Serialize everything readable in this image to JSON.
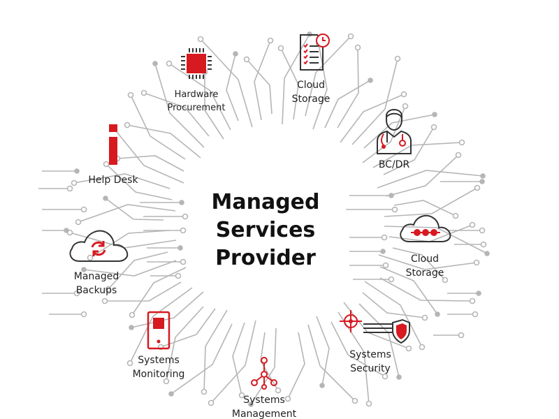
{
  "center": {
    "line1": "Managed",
    "line2": "Services",
    "line3": "Provider"
  },
  "nodes": {
    "hardware": {
      "line1": "Hardware",
      "line2": "Procurement"
    },
    "cloud_top": {
      "line1": "Cloud",
      "line2": "Storage"
    },
    "bcdr": {
      "line1": "BC/DR"
    },
    "helpdesk": {
      "line1": "Help Desk"
    },
    "cloud_right": {
      "line1": "Cloud",
      "line2": "Storage"
    },
    "backups": {
      "line1": "Managed",
      "line2": "Backups"
    },
    "monitoring": {
      "line1": "Systems",
      "line2": "Monitoring"
    },
    "management": {
      "line1": "Systems",
      "line2": "Management"
    },
    "security": {
      "line1": "Systems",
      "line2": "Security"
    }
  },
  "colors": {
    "accent": "#d71920",
    "line": "#b5b5b5",
    "text": "#222222"
  },
  "icons": {
    "hardware": "cpu-chip-icon",
    "cloud_top": "checklist-document-icon",
    "bcdr": "doctor-stethoscope-icon",
    "helpdesk": "info-icon",
    "cloud_right": "cloud-icon",
    "backups": "cloud-sync-icon",
    "monitoring": "device-icon",
    "management": "network-nodes-icon",
    "security": "target-shield-icon"
  }
}
